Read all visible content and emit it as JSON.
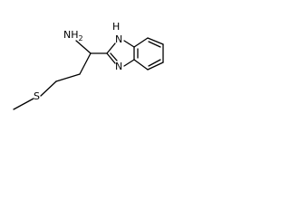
{
  "molecule": {
    "labels": {
      "amine": "NH",
      "amine_sub": "2",
      "ring_nh": "H",
      "ring_n_top": "N",
      "ring_n_bottom": "N",
      "sulfur": "S"
    },
    "colors": {
      "bond": "#000000",
      "label": "#000000",
      "background": "#ffffff"
    }
  }
}
